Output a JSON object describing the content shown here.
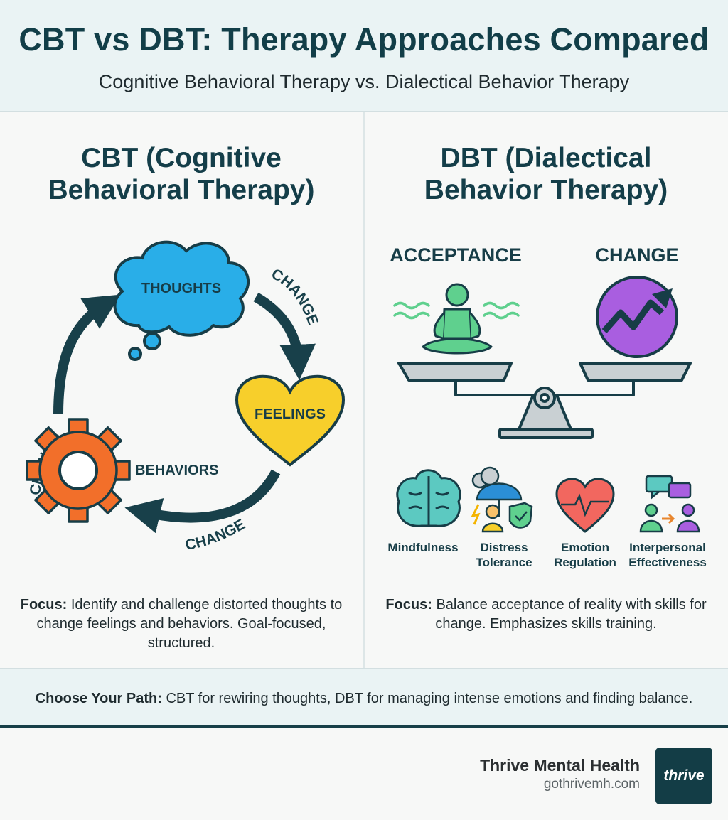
{
  "header": {
    "title": "CBT vs DBT: Therapy Approaches Compared",
    "subtitle": "Cognitive Behavioral Therapy vs. Dialectical Behavior Therapy"
  },
  "cbt": {
    "title_line1": "CBT (Cognitive",
    "title_line2": "Behavioral Therapy)",
    "nodes": {
      "thoughts": "THOUGHTS",
      "feelings": "FEELINGS",
      "behaviors": "BEHAVIORS"
    },
    "arrow_label": "CHANGE",
    "focus_label": "Focus:",
    "focus_text": " Identify and challenge distorted thoughts to change feelings and behaviors. Goal-focused, structured."
  },
  "dbt": {
    "title_line1": "DBT (Dialectical",
    "title_line2": "Behavior Therapy)",
    "acceptance_label": "ACCEPTANCE",
    "change_label": "CHANGE",
    "skills": [
      {
        "line1": "Mindfulness",
        "line2": "",
        "icon": "brain-icon"
      },
      {
        "line1": "Distress",
        "line2": "Tolerance",
        "icon": "umbrella-shield-icon"
      },
      {
        "line1": "Emotion",
        "line2": "Regulation",
        "icon": "heart-pulse-icon"
      },
      {
        "line1": "Interpersonal",
        "line2": "Effectiveness",
        "icon": "people-chat-icon"
      }
    ],
    "focus_label": "Focus:",
    "focus_text": " Balance acceptance of reality with skills for change. Emphasizes skills training."
  },
  "footer": {
    "label": "Choose Your Path:",
    "text": " CBT for rewiring thoughts, DBT for managing intense emotions and finding balance."
  },
  "brand": {
    "name": "Thrive Mental Health",
    "url": "gothrivemh.com",
    "logo_text": "thrive"
  },
  "colors": {
    "dark_teal": "#123e48",
    "thoughts_blue": "#29aee8",
    "feelings_yellow": "#f7cf2b",
    "behaviors_orange": "#f26f2a",
    "acceptance_green": "#5fd08e",
    "change_purple": "#a95ee0",
    "header_bg": "#eaf3f4"
  }
}
